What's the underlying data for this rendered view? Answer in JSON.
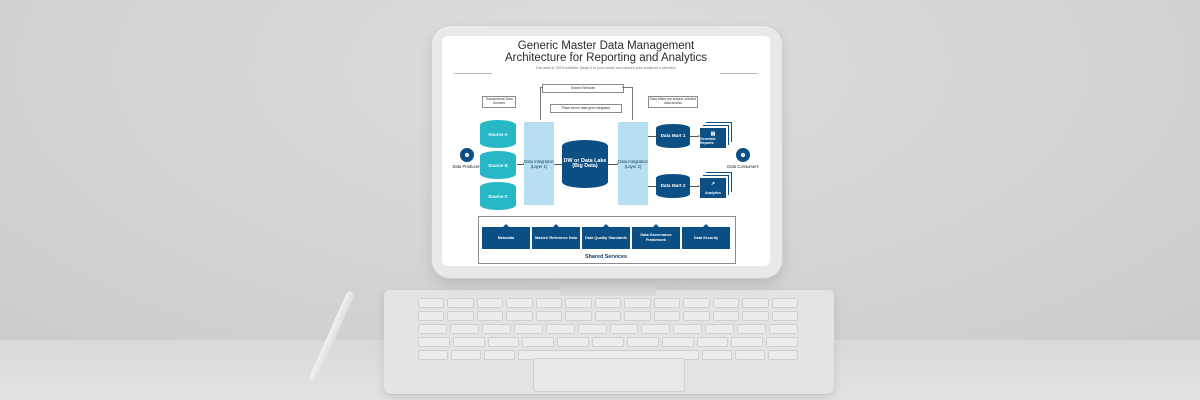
{
  "slide": {
    "title_line1": "Generic Master Data Management",
    "title_line2": "Architecture for Reporting and Analytics",
    "subtitle": "This slide is 100% editable. Adapt it to your needs and capture your audience's attention.",
    "shared_services_top": "Shared Services",
    "integration_note": "Place where data gets integrated",
    "transactional_note": "Transactional Data Sources",
    "data_marts_note": "Data Marts are subject oriented data access",
    "sources": [
      "Source A",
      "Source B",
      "Source C"
    ],
    "producers_label": "Data Producers",
    "consumers_label": "Data Consumers",
    "integration_layer_1": "Data Integration (Layer 1)",
    "integration_layer_2": "Data Integration (Layer 2)",
    "warehouse": "DW or Data Lake (Big Data)",
    "data_marts": [
      "Data Mart 1",
      "Data Mart 2"
    ],
    "outputs": [
      "Generate Reports",
      "Analytics"
    ],
    "services": [
      "Metadata",
      "Master/ Reference Data",
      "Data Quality Standards",
      "Data Governance Framework",
      "Data Security"
    ],
    "shared_services_bottom": "Shared Services"
  },
  "colors": {
    "navy": "#0c4f84",
    "teal": "#27b7c5",
    "light_blue": "#b7dff0"
  },
  "icons": [
    "people-icon",
    "document-icon",
    "analytics-icon"
  ]
}
